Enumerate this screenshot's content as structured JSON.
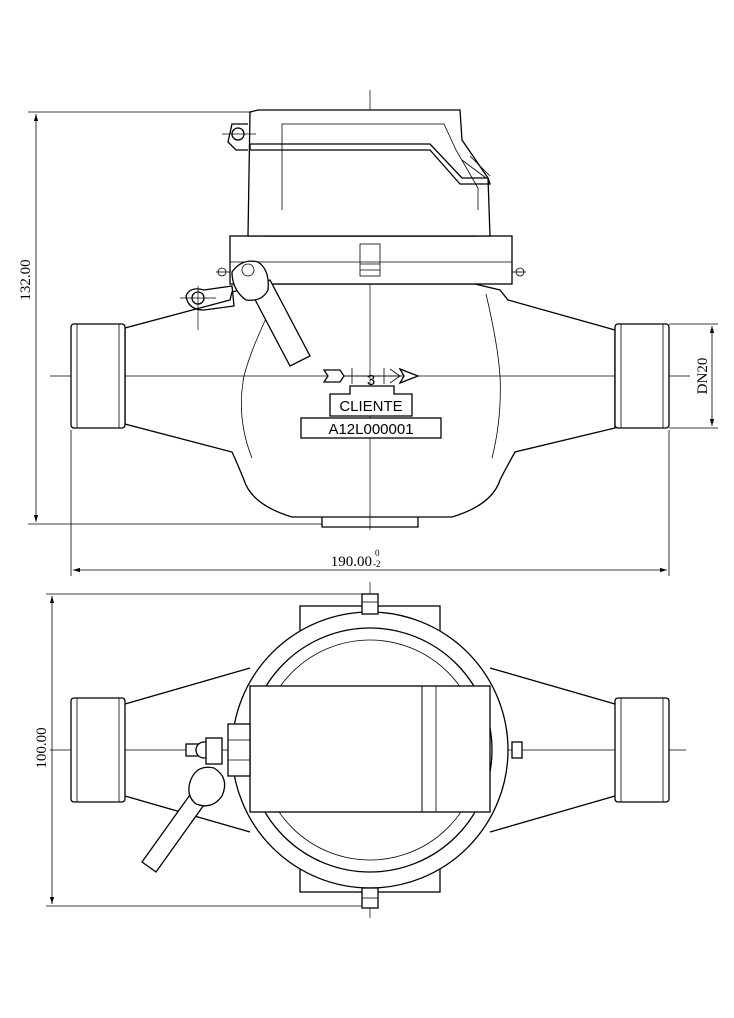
{
  "drawing": {
    "front_view": {
      "height_dimension": "132.00",
      "width_dimension": "190.00",
      "width_tolerance_upper": "0",
      "width_tolerance_lower": "-2",
      "pipe_size_dimension": "DN20",
      "flow_label": "3",
      "client_label": "CLIENTE",
      "serial_number": "A12L000001"
    },
    "top_view": {
      "height_dimension": "100.00"
    }
  }
}
